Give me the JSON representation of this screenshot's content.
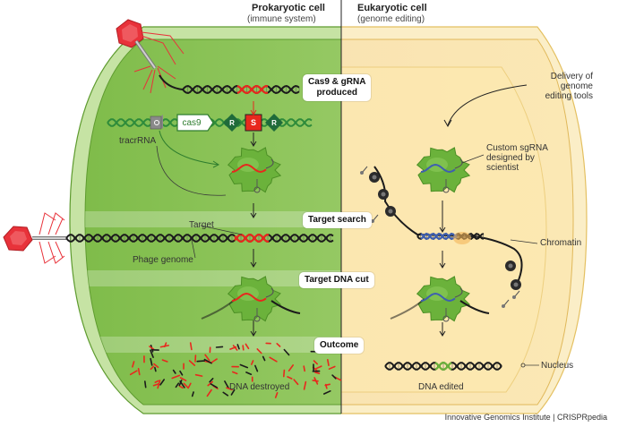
{
  "headers": {
    "prokaryotic_title": "Prokaryotic cell",
    "prokaryotic_sub": "(immune system)",
    "eukaryotic_title": "Eukaryotic cell",
    "eukaryotic_sub": "(genome editing)"
  },
  "stages": {
    "produced_line1": "Cas9 & gRNA",
    "produced_line2": "produced",
    "target_search": "Target search",
    "target_cut": "Target DNA cut",
    "outcome": "Outcome"
  },
  "labels": {
    "cas9": "cas9",
    "repeat": "R",
    "spacer": "S",
    "tracrrna": "tracrRNA",
    "target": "Target",
    "phage_genome": "Phage genome",
    "dna_destroyed": "DNA destroyed",
    "delivery_1": "Delivery of",
    "delivery_2": "genome",
    "delivery_3": "editing tools",
    "custom_1": "Custom sgRNA",
    "custom_2": "designed by",
    "custom_3": "scientist",
    "chromatin": "Chromatin",
    "nucleus": "Nucleus",
    "dna_edited": "DNA edited"
  },
  "credit": "Innovative Genomics Institute | CRISPRpedia",
  "colors": {
    "cell_green": "#8fc45e",
    "cell_yellow": "#fbe6a6",
    "cas9_green": "#6bb23b",
    "rna_red": "#e8281d",
    "sgrna_blue": "#3e5fb0",
    "phage_red": "#e8323a"
  }
}
